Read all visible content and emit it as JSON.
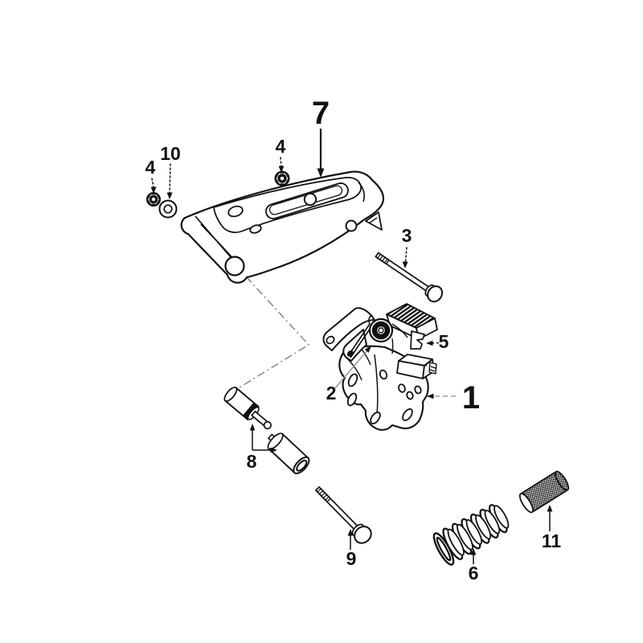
{
  "figure": {
    "background": "#ffffff",
    "line_color": "#111111",
    "leader_color": "#999999"
  },
  "callouts": [
    {
      "key": "part7",
      "label": "7"
    },
    {
      "key": "part4a",
      "label": "4"
    },
    {
      "key": "part10",
      "label": "10"
    },
    {
      "key": "part4b",
      "label": "4"
    },
    {
      "key": "part3",
      "label": "3"
    },
    {
      "key": "part5",
      "label": "5"
    },
    {
      "key": "part2",
      "label": "2"
    },
    {
      "key": "part1",
      "label": "1"
    },
    {
      "key": "part8",
      "label": "8"
    },
    {
      "key": "part9",
      "label": "9"
    },
    {
      "key": "part6",
      "label": "6"
    },
    {
      "key": "part11",
      "label": "11"
    }
  ]
}
